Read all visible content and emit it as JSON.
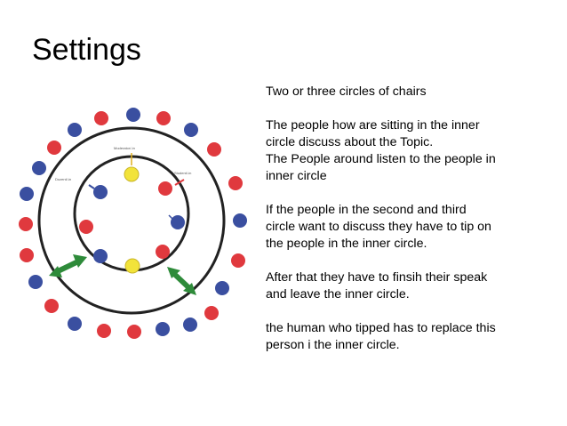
{
  "slide": {
    "title": "Settings",
    "paragraphs": [
      [
        "Two or three circles of chairs"
      ],
      [
        "The people how are sitting in the inner",
        "circle discuss about the Topic.",
        "The People around listen to the people in",
        "inner circle"
      ],
      [
        "If the people in the second and third",
        "circle want to discuss they have to tip on",
        "the people in the inner circle."
      ],
      [
        "After that they have to finsih their speak",
        "and leave the inner circle."
      ],
      [
        "the human who tipped has to replace this",
        "person i the inner circle."
      ]
    ]
  },
  "diagram": {
    "labels": {
      "moderator": "Moderator/-in",
      "student": "Student/-in",
      "dozent": "Dozent/-in"
    },
    "colors": {
      "red": "#e0393e",
      "blue": "#3a4fa0",
      "yellow": "#f2e33a",
      "green": "#2e8b3a",
      "ring": "#222222"
    }
  }
}
